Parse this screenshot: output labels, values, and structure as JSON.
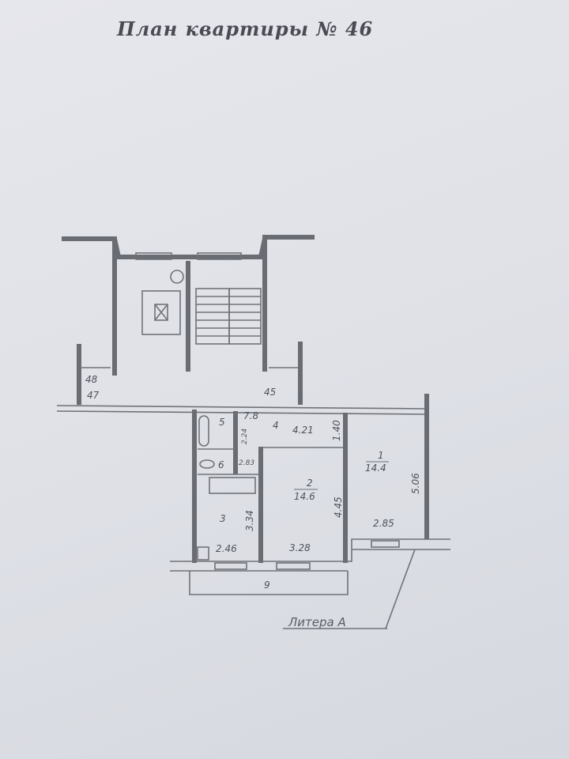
{
  "title": "План квартиры № 46",
  "rooms": [
    {
      "number": "1",
      "area": "14.4"
    },
    {
      "number": "2",
      "area": "14.6"
    },
    {
      "number": "3"
    },
    {
      "number": "4"
    },
    {
      "number": "5"
    },
    {
      "number": "6"
    },
    {
      "number": "9"
    }
  ],
  "dimensions": {
    "room1_length": "5.06",
    "room1_width": "2.85",
    "room2_length": "4.45",
    "room2_width": "3.28",
    "room3_length": "3.34",
    "room3_width": "2.46",
    "room4_length": "4.21",
    "room4_width": "1.40",
    "room5_dim": "2.24",
    "room6_dim": "2.83",
    "closet_dim": "7.8"
  },
  "neighbor_apartments": [
    "48",
    "47",
    "45"
  ],
  "litera_label": "Литера А"
}
